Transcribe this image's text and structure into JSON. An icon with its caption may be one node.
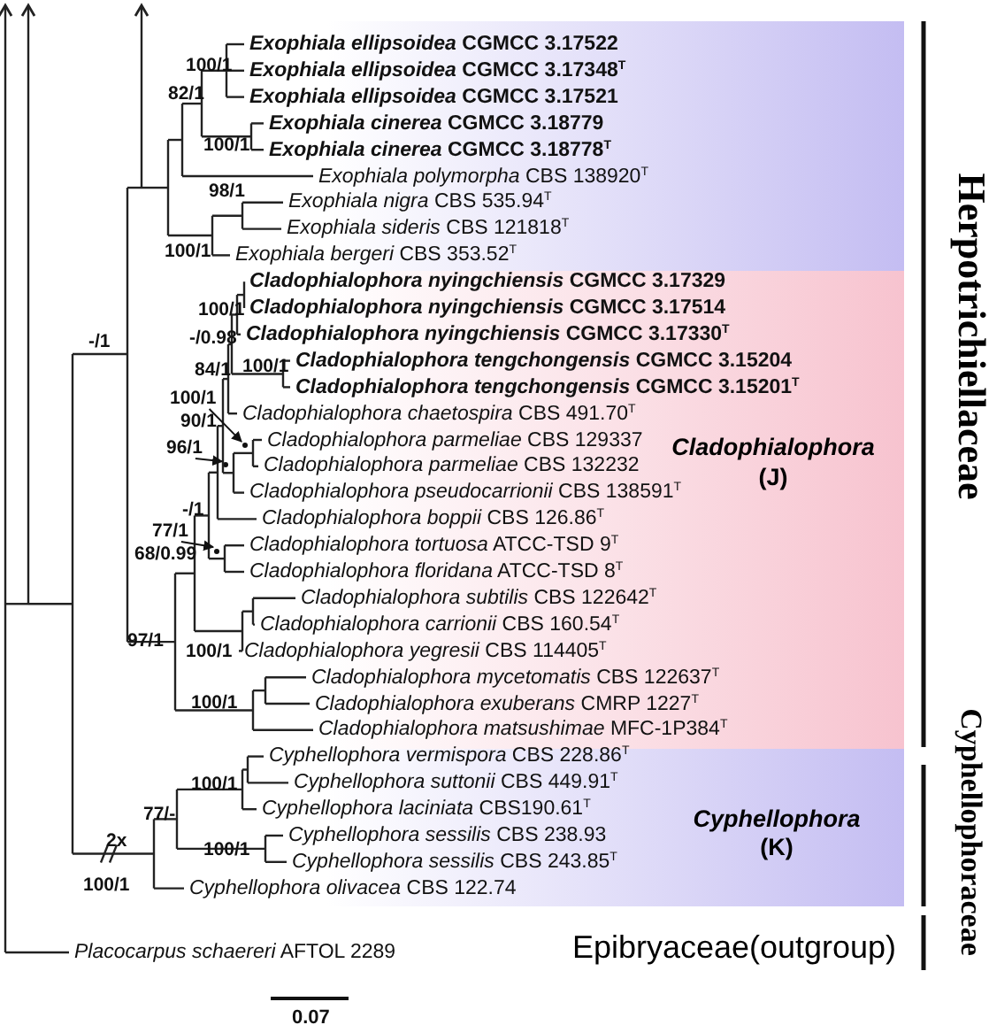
{
  "diagram": {
    "nodes": [
      {
        "text": [],
        "shape": "box"
      },
      {
        "text": [
          "Cladophialophora",
          "(J)"
        ]
      },
      {
        "text": [
          "Cyphellophora",
          "(K)"
        ]
      },
      {
        "text": [
          "100/1"
        ]
      },
      {
        "text": [
          "96/1"
        ]
      },
      {
        "text": [
          "77/1"
        ]
      },
      {
        "text": [],
        "shape": "dot"
      },
      {
        "text": [],
        "shape": "dot"
      },
      {
        "text": [],
        "shape": "dot"
      }
    ],
    "edges": [
      {
        "from": 3,
        "to": 6,
        "arrow": "to"
      },
      {
        "from": 4,
        "to": 7,
        "arrow": "to"
      },
      {
        "from": 5,
        "to": 8,
        "arrow": "to"
      }
    ],
    "labels": [
      "100/1",
      "*Exophiala ellipsoidea* CGMCC 3.17522",
      "*Exophiala ellipsoidea* CGMCC 3.17348$^{T}$",
      "82/1",
      "*Exophiala ellipsoidea* CGMCC 3.17521",
      "*Exophiala cinerea* CGMCC 3.18779",
      "100/1",
      "*Exophiala cinerea* CGMCC 3.18778$^{T}$",
      "*Exophiala polymorpha* CBS 138920$^{T}$",
      "98/1",
      "*Exophiala nigra* CBS 535.94$^{T}$",
      "*Exophiala sideris* CBS 121818$^{T}$",
      "100/1",
      "*Exophiala bergeri* CBS 353.52$^{T}$",
      "*Cladophialophora nyingchiensis* CGMCC 3.17329",
      "100/1",
      "*Cladophialophora nyingchiensis* CGMCC 3.17514",
      "-/1",
      "-/0.98",
      "*Cladophialophora nyingchiensis* CGMCC 3.17330$^{T}$",
      "84/1",
      "100/1",
      "*Cladophialophora tengchongensis* CGMCC 3.15204",
      "*Cladophialophora tengchongensis* CGMCC 3.15201$^{T}$",
      "90/1",
      "*Cladophialophora chaetospira* CBS 491.70$^{T}$",
      "*Cladophialophora parmeliae* CBS 129337",
      "*Cladophialophora parmeliae* CBS 132232",
      "*Cladophialophora pseudocarrionii* CBS 138591$^{T}$",
      "-/1",
      "*Cladophialophora boppii* CBS 126.86$^{T}$",
      "*Cladophialophora tortuosa* ATCC-TSD 9$^{T}$",
      "*Cladophialophora floridana* ATCC-TSD 8$^{T}$",
      "68/0.99",
      "*Cladophialophora subtilis* CBS 122642$^{T}$",
      "*Cladophialophora carrionii* CBS 160.54$^{T}$",
      "97/1",
      "100/1",
      "*Cladophialophora yegresii* CBS 114405$^{T}$",
      "*Cladophialophora mycetomatis* CBS 122637$^{T}$",
      "100/1",
      "*Cladophialophora exuberans* CMRP 1227$^{T}$",
      "*Cladophialophora matsushimae* MFC-1P384$^{T}$",
      "100/1",
      "*Cyphellophora vermispora* CBS 228.86$^{T}$",
      "*Cyphellophora suttonii* CBS 449.91$^{T}$",
      "77/-",
      "*Cyphellophora laciniata* CBS190.61$^{T}$",
      "2x",
      "100/1",
      "*Cyphellophora sessilis* CBS 238.93",
      "*Cyphellophora sessilis* CBS 243.85$^{T}$",
      "100/1",
      "*Cyphellophora olivacea* CBS 122.74",
      "*Placocarpus schaereri* AFTOL 2289",
      "0.07",
      "Herpotrichiellaceae",
      "Cyphellophoraceae",
      "Epibryaceae(outgroup)"
    ]
  }
}
